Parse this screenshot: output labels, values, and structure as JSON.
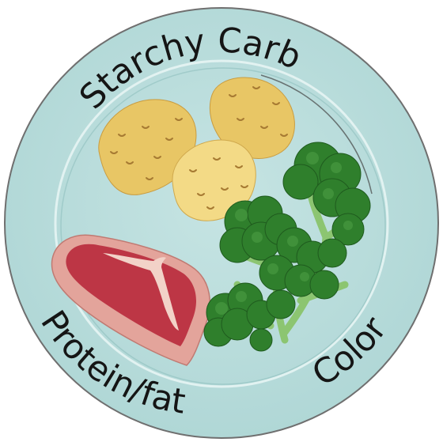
{
  "labels": {
    "top": "Starchy Carb",
    "left": "Protein/fat",
    "right": "Color"
  },
  "colors": {
    "plate": "#b8dcdb",
    "plate_edge": "#6f6f6f",
    "potato": "#e8c665",
    "potato_light": "#f3da86",
    "potato_eye": "#a77b33",
    "steak_fat": "#e3a49b",
    "steak_meat": "#bd3645",
    "broccoli": "#2f7f2c",
    "broccoli_stem": "#8cc571",
    "text": "#151515"
  },
  "icons": [
    "potato",
    "steak",
    "broccoli"
  ]
}
